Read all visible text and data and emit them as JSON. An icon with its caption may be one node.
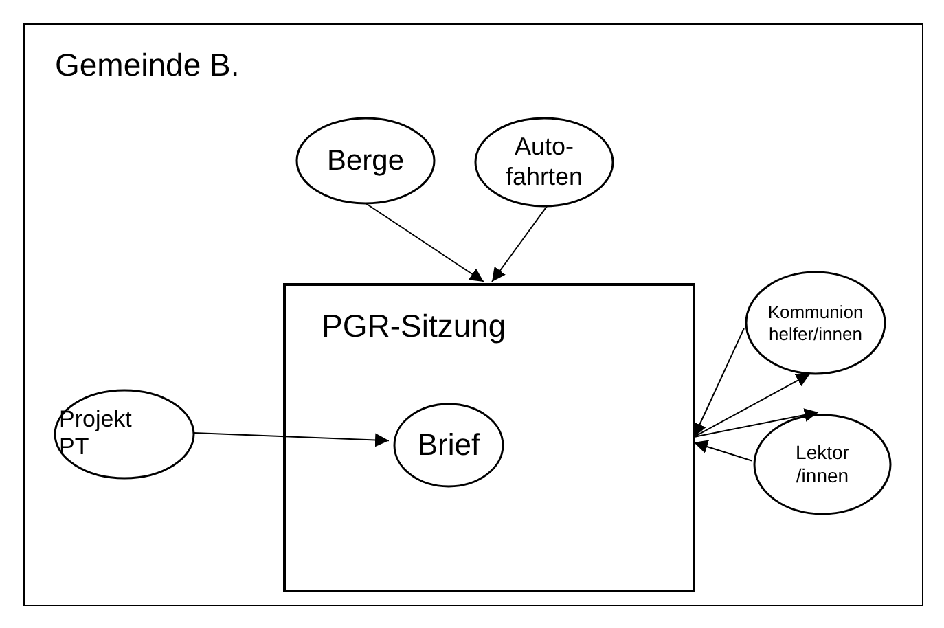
{
  "diagram": {
    "nodes": [
      {
        "text": [
          "Gemeinde B."
        ]
      },
      {
        "text": [
          "Berge"
        ],
        "in": 0
      },
      {
        "text": [
          "Auto- fahrten"
        ],
        "in": 0
      },
      {
        "text": [
          "PGR-Sitzung"
        ],
        "in": 0
      },
      {
        "text": [
          "Brief"
        ],
        "in": 3
      },
      {
        "text": [
          "Projekt PT"
        ],
        "in": 0
      },
      {
        "text": [
          "Kommunion helfer/innen"
        ],
        "in": 0
      },
      {
        "text": [
          "Lektor /innen"
        ],
        "in": 0
      }
    ],
    "edges": [
      {
        "from": 1,
        "to": 3,
        "arrow": "to"
      },
      {
        "from": 2,
        "to": 3,
        "arrow": "to"
      },
      {
        "from": 5,
        "to": 4,
        "arrow": "to"
      },
      {
        "from": 6,
        "to": 3,
        "arrow": "to"
      },
      {
        "from": 3,
        "to": 6,
        "arrow": "to"
      },
      {
        "from": 3,
        "to": 7,
        "arrow": "to"
      },
      {
        "from": 7,
        "to": 3,
        "arrow": "to"
      }
    ]
  }
}
